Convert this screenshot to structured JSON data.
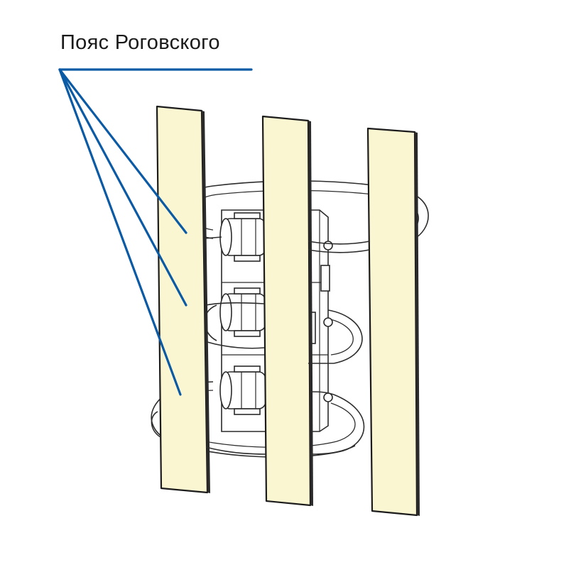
{
  "diagram": {
    "label": "Пояс Роговского",
    "colors": {
      "leader": "#0a5aa5",
      "busbar_fill": "#fbf6d2",
      "outline": "#1c1c1c"
    },
    "parts": [
      "busbars",
      "rogowski-coils",
      "meter-module"
    ]
  }
}
